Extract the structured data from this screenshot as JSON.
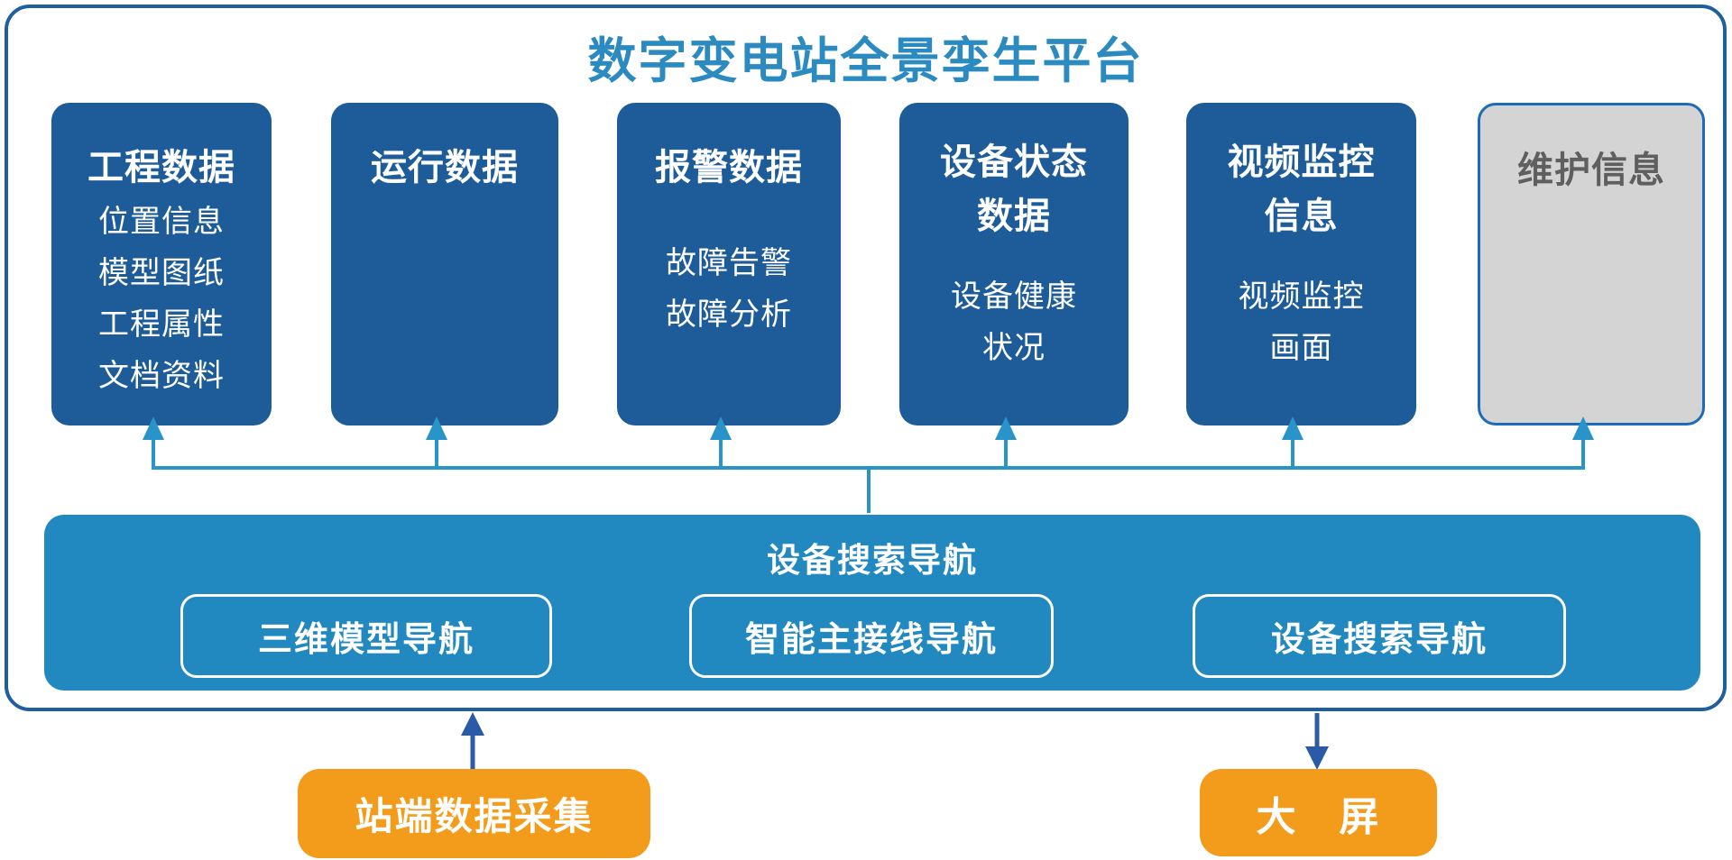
{
  "platform": {
    "title": "数字变电站全景孪生平台"
  },
  "boxes": [
    {
      "title_lines": [
        "工程数据"
      ],
      "items": [
        "位置信息",
        "模型图纸",
        "工程属性",
        "文档资料"
      ],
      "state": "active"
    },
    {
      "title_lines": [
        "运行数据"
      ],
      "items": [],
      "state": "active"
    },
    {
      "title_lines": [
        "报警数据"
      ],
      "items": [
        "故障告警",
        "故障分析"
      ],
      "state": "active"
    },
    {
      "title_lines": [
        "设备状态",
        "数据"
      ],
      "items": [
        "设备健康",
        "状况"
      ],
      "state": "active"
    },
    {
      "title_lines": [
        "视频监控",
        "信息"
      ],
      "items": [
        "视频监控",
        "画面"
      ],
      "state": "active"
    },
    {
      "title_lines": [
        "维护信息"
      ],
      "items": [],
      "state": "inactive"
    }
  ],
  "nav_bar": {
    "title": "设备搜索导航",
    "buttons": [
      "三维模型导航",
      "智能主接线导航",
      "设备搜索导航"
    ]
  },
  "external": {
    "source_box": "站端数据采集",
    "target_box": "大　屏"
  },
  "colors": {
    "box_blue": "#1d5c99",
    "nav_bar_blue": "#2189bf",
    "container_border": "#1f5fa0",
    "title_blue": "#2b8ac0",
    "connector_blue": "#2994ca",
    "arrow_dark_blue": "#2b5ba6",
    "orange": "#f39c1b",
    "inactive_gray": "#d4d4d4",
    "inactive_text": "#5f5f5f"
  }
}
